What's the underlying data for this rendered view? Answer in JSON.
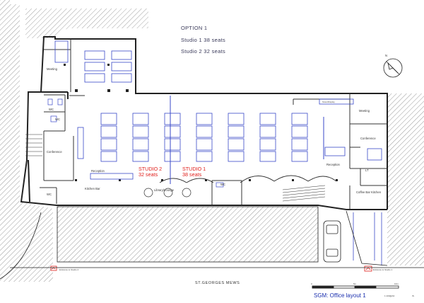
{
  "header": {
    "option": "OPTION 1",
    "studio1": "Studio 1 38 seats",
    "studio2": "Studio 2 32 seats"
  },
  "compass": {
    "label": "N"
  },
  "rooms": {
    "meeting_left": "Meeting",
    "wc_top": "WC",
    "wc_mid": "WC",
    "conference_left": "Conference",
    "reception_left": "Reception",
    "kitchen_left": "Kitchen Bar",
    "wc_low": "WC",
    "breakout": "Library/Lounge",
    "wc_center": "WC",
    "meeting_right": "Meeting",
    "conference_right": "Conference",
    "reception_right": "Reception",
    "kitchen_right": "Coffee Bar Kitchen",
    "lift": "LT",
    "top_store": "Store/Display"
  },
  "studios": {
    "s2_name": "STUDIO 2",
    "s2_seats": "32 seats",
    "s1_name": "STUDIO 1",
    "s1_seats": "38 seats"
  },
  "street": "ST.GEORGES MEWS",
  "entrances": {
    "left": "Entrance to Studio 2",
    "right": "Entrance to Studio 1"
  },
  "footer": {
    "title": "SGM: Office layout 1",
    "scale": "1:100@A3",
    "sheet": "IS",
    "scale_marks": [
      "0",
      "5m",
      "10m"
    ]
  },
  "colors": {
    "wall": "#2a2a2a",
    "furniture": "#3949c8",
    "studio_text": "#e0201c",
    "hatch": "#555555"
  }
}
